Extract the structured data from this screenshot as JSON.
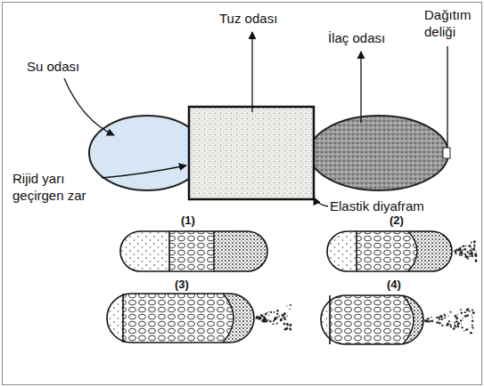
{
  "diagram": {
    "labels": [
      "Su odası",
      "Tuz odası",
      "İlaç odası",
      "Dağıtım deliği",
      "Rijid yarı geçirgen zar",
      "Elastik diyafram",
      "(1)",
      "(2)",
      "(3)",
      "(4)"
    ]
  }
}
